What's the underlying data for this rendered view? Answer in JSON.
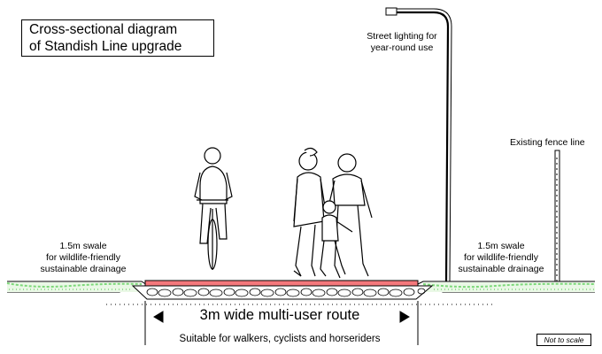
{
  "title": {
    "line1": "Cross-sectional diagram",
    "line2": "of Standish Line upgrade"
  },
  "labels": {
    "street_lighting": {
      "line1": "Street lighting for",
      "line2": "year-round use"
    },
    "fence": "Existing fence line",
    "left_swale": {
      "line1": "1.5m swale",
      "line2": "for wildlife-friendly",
      "line3": "sustainable drainage"
    },
    "right_swale": {
      "line1": "1.5m swale",
      "line2": "for wildlife-friendly",
      "line3": "sustainable drainage"
    },
    "route": "3m wide multi-user route",
    "route_sub": "Suitable for walkers, cyclists and horseriders",
    "not_to_scale": "Not to scale"
  },
  "colors": {
    "surface": "#f4787c",
    "grass": "#7dd87a",
    "line": "#000000"
  },
  "figures": [
    "cyclist",
    "woman-walker",
    "man-walker",
    "child-walker"
  ]
}
